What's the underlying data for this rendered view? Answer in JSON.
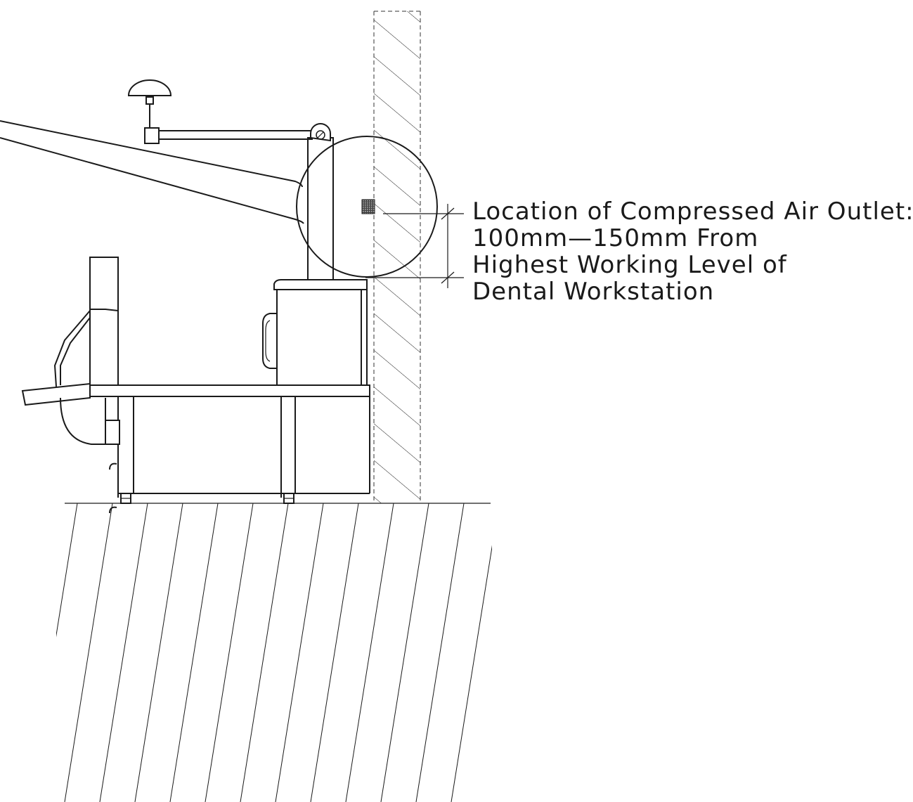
{
  "annotation": {
    "line1": "Location of Compressed Air Outlet:",
    "line2": "100mm—150mm From",
    "line3": "Highest Working Level of",
    "line4": "Dental Workstation"
  },
  "colors": {
    "ink": "#1a1a1a",
    "background": "#ffffff"
  }
}
